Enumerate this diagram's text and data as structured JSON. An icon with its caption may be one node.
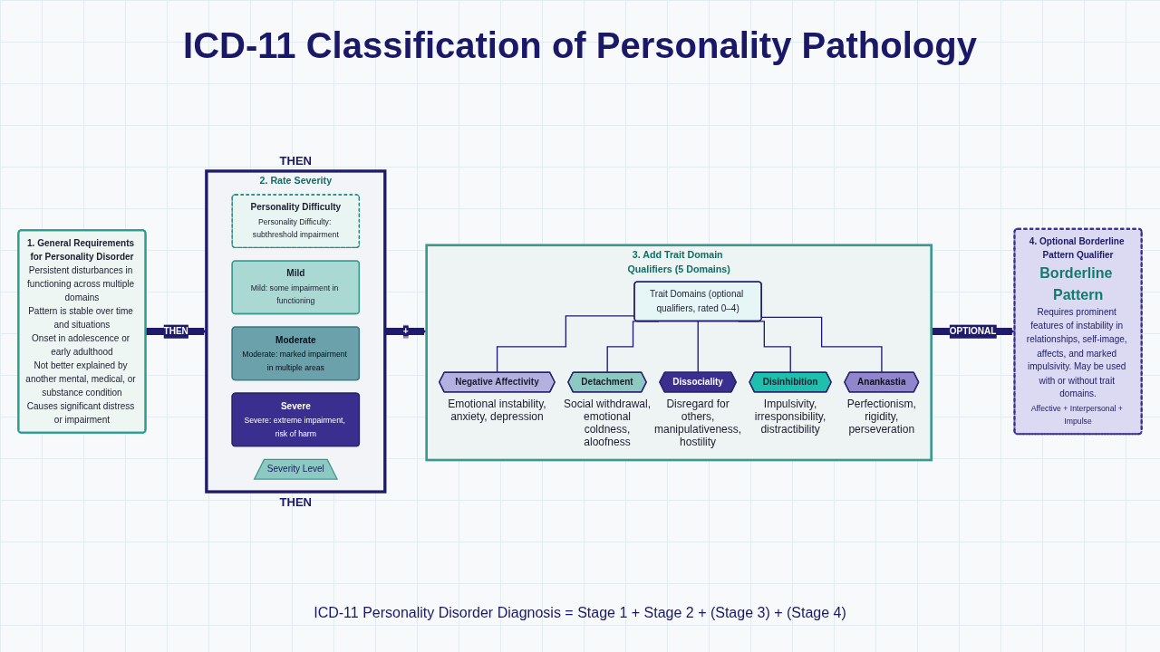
{
  "diagram": {
    "title": "ICD-11 Classification of Personality Pathology",
    "caption": "ICD-11 Personality Disorder Diagnosis = Stage 1 + Stage 2 + (Stage 3) + (Stage 4)",
    "nodes": [
      {
        "text": [
          "1. General Requirements for Personality Disorder",
          "Persistent disturbances in functioning across multiple domains",
          "Pattern is stable over time and situations",
          "Onset in adolescence or early adulthood",
          "Not better explained by another mental, medical, or substance condition",
          "Causes significant distress or impairment"
        ]
      },
      {
        "text": [
          "2. Rate Severity"
        ]
      },
      {
        "text": [
          "Personality Difficulty",
          "Personality Difficulty: subthreshold impairment"
        ],
        "in": 1
      },
      {
        "text": [
          "Mild",
          "Mild: some impairment in functioning"
        ],
        "in": 1
      },
      {
        "text": [
          "Moderate",
          "Moderate: marked impairment in multiple areas"
        ],
        "in": 1
      },
      {
        "text": [
          "Severe",
          "Severe: extreme impairment, risk of harm"
        ],
        "in": 1
      },
      {
        "text": [
          "Severity Level"
        ],
        "in": 1
      },
      {
        "text": [
          "3. Add Trait Domain Qualifiers (5 Domains)"
        ]
      },
      {
        "text": [
          "Trait Domains (optional qualifiers, rated 0–4)"
        ],
        "in": 7
      },
      {
        "text": [
          "Negative Affectivity"
        ],
        "beside": [
          "Emotional instability, anxiety, depression"
        ],
        "in": 7
      },
      {
        "text": [
          "Detachment"
        ],
        "beside": [
          "Social withdrawal, emotional coldness, aloofness"
        ],
        "in": 7
      },
      {
        "text": [
          "Dissociality"
        ],
        "beside": [
          "Disregard for others, manipulativeness, hostility"
        ],
        "in": 7
      },
      {
        "text": [
          "Disinhibition"
        ],
        "beside": [
          "Impulsivity, irresponsibility, distractibility"
        ],
        "in": 7
      },
      {
        "text": [
          "Anankastia"
        ],
        "beside": [
          "Perfectionism, rigidity, perseveration"
        ],
        "in": 7
      },
      {
        "text": [
          "4. Optional Borderline Pattern Qualifier",
          "Borderline Pattern",
          "Requires prominent features of instability in relationships, self-image, affects, and marked impulsivity. May be used with or without trait domains.",
          "Affective + Interpersonal + Impulse"
        ]
      }
    ],
    "edges": [
      {
        "from": 0,
        "to": 1,
        "arrow": "to",
        "label": "THEN",
        "style": "thick"
      },
      {
        "from": 1,
        "to": 7,
        "arrow": "to",
        "label": "+",
        "style": "thick"
      },
      {
        "from": 7,
        "to": 14,
        "arrow": "to",
        "label": "OPTIONAL",
        "style": "thick"
      },
      {
        "from": 8,
        "to": 9,
        "arrow": "none"
      },
      {
        "from": 8,
        "to": 10,
        "arrow": "none"
      },
      {
        "from": 8,
        "to": 11,
        "arrow": "none"
      },
      {
        "from": 8,
        "to": 12,
        "arrow": "none"
      },
      {
        "from": 8,
        "to": 13,
        "arrow": "none"
      }
    ],
    "labels": [
      "THEN",
      "THEN"
    ]
  }
}
